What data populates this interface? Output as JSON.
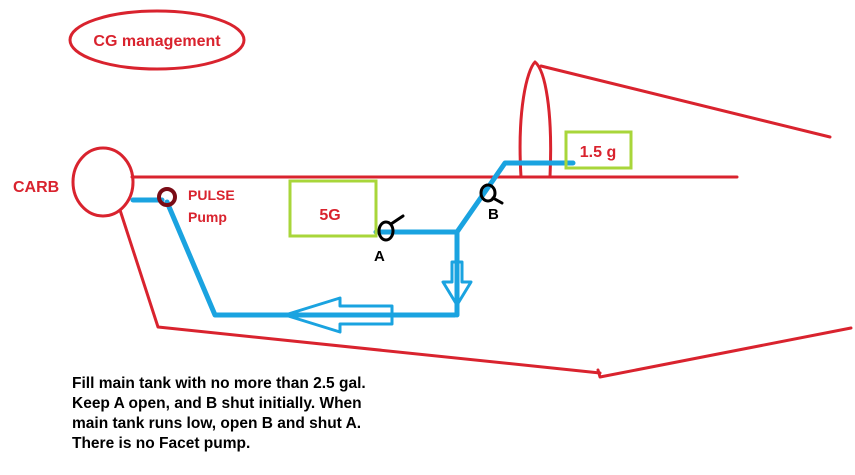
{
  "title": "CG management",
  "labels": {
    "carb": "CARB",
    "pulse": "PULSE",
    "pump": "Pump",
    "main_tank": "5G",
    "aux_tank": "1.5 g",
    "valve_a": "A",
    "valve_b": "B"
  },
  "notes": [
    "Fill main tank with no more than 2.5 gal.",
    "Keep A open, and B shut initially. When",
    "main tank runs low, open B and shut A.",
    "There is no Facet pump."
  ],
  "colors": {
    "airframe": "#d9232e",
    "fuel_line": "#1aa3e0",
    "tank_outline": "#a8d63a",
    "pump": "#7a0c16",
    "valve": "#000000",
    "text": "#000000"
  }
}
